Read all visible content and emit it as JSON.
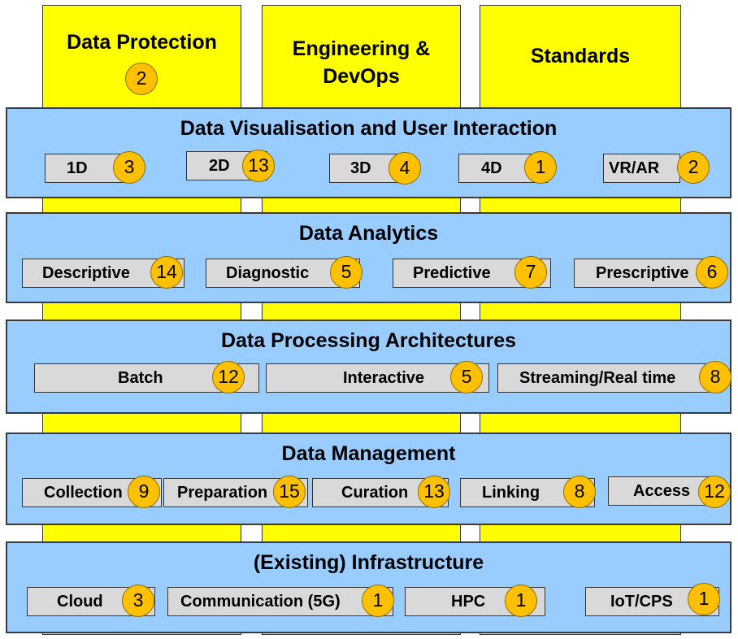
{
  "pillars": [
    {
      "title": "Data Protection",
      "count": "2"
    },
    {
      "title_line1": "Engineering &",
      "title_line2": "DevOps"
    },
    {
      "title": "Standards"
    }
  ],
  "layers": [
    {
      "title": "Data Visualisation and User Interaction",
      "items": [
        {
          "label": "1D",
          "count": "3"
        },
        {
          "label": "2D",
          "count": "13"
        },
        {
          "label": "3D",
          "count": "4"
        },
        {
          "label": "4D",
          "count": "1"
        },
        {
          "label": "VR/AR",
          "count": "2"
        }
      ]
    },
    {
      "title": "Data Analytics",
      "items": [
        {
          "label": "Descriptive",
          "count": "14"
        },
        {
          "label": "Diagnostic",
          "count": "5"
        },
        {
          "label": "Predictive",
          "count": "7"
        },
        {
          "label": "Prescriptive",
          "count": "6"
        }
      ]
    },
    {
      "title": "Data Processing Architectures",
      "items": [
        {
          "label": "Batch",
          "count": "12"
        },
        {
          "label": "Interactive",
          "count": "5"
        },
        {
          "label": "Streaming/Real time",
          "count": "8"
        }
      ]
    },
    {
      "title": "Data Management",
      "items": [
        {
          "label": "Collection",
          "count": "9"
        },
        {
          "label": "Preparation",
          "count": "15"
        },
        {
          "label": "Curation",
          "count": "13"
        },
        {
          "label": "Linking",
          "count": "8"
        },
        {
          "label": "Access",
          "count": "12"
        }
      ]
    },
    {
      "title": "(Existing) Infrastructure",
      "items": [
        {
          "label": "Cloud",
          "count": "3"
        },
        {
          "label": "Communication (5G)",
          "count": "1"
        },
        {
          "label": "HPC",
          "count": "1"
        },
        {
          "label": "IoT/CPS",
          "count": "1"
        }
      ]
    }
  ],
  "colors": {
    "pillar": "#ffff00",
    "layer": "#99ccff",
    "item": "#d9d9d9",
    "badge": "#ffc000"
  }
}
